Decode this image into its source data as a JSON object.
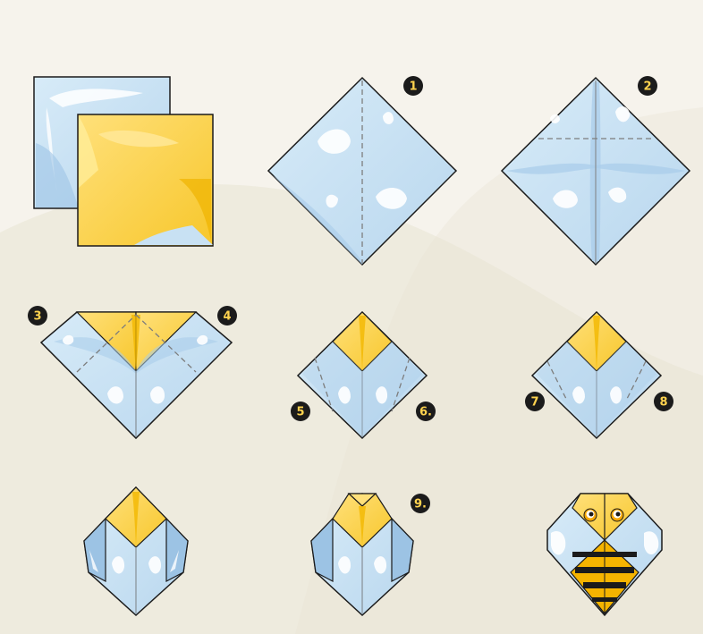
{
  "diagram": {
    "colors": {
      "background": "#f1ede3",
      "background_shape": "#e9e4d4",
      "paper_blue": "#c8e1f3",
      "paper_blue_shadow": "#a8cce9",
      "paper_blue_highlight": "#ffffff",
      "paper_yellow": "#ffd34f",
      "paper_yellow_dark": "#f2b800",
      "outline": "#1b1b1b",
      "fold_line": "#7d7d7d",
      "badge_fill": "#1b1b1b",
      "badge_text": "#ffd34f",
      "bee_stripe": "#1b1b1b",
      "bee_body": "#f5b400"
    },
    "step_labels": {
      "s1": "1",
      "s2": "2",
      "s3": "3",
      "s4": "4",
      "s5": "5",
      "s6": "6.",
      "s7": "7",
      "s8": "8",
      "s9": "9."
    }
  }
}
